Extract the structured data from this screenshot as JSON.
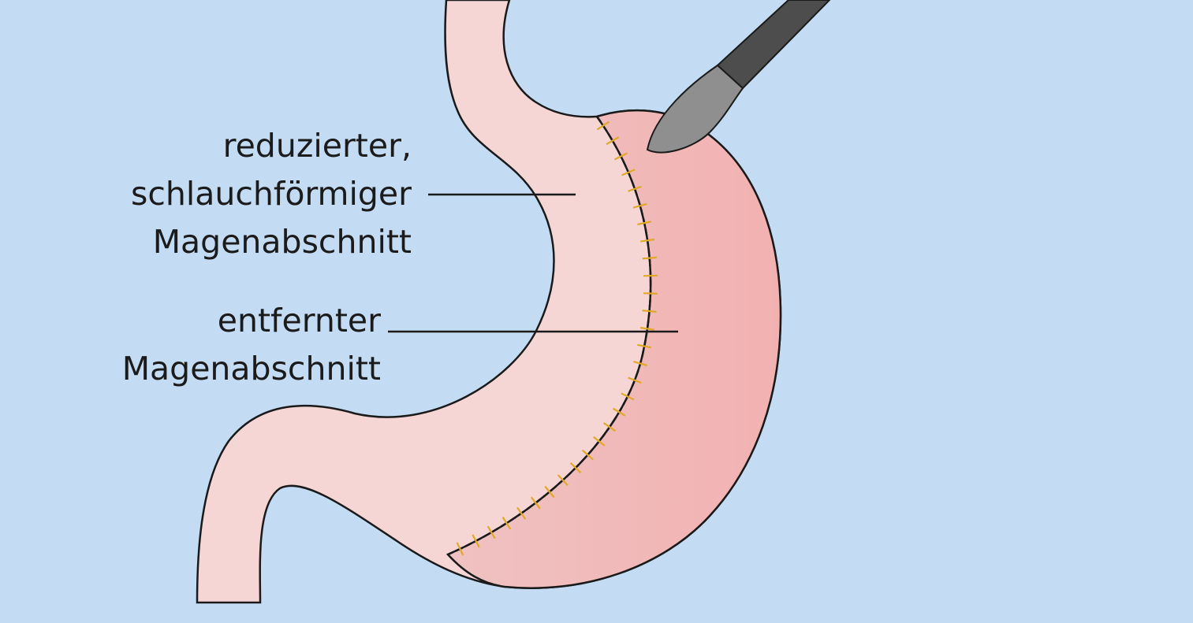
{
  "colors": {
    "background": "#c3dcf3",
    "stomach_remaining": "#f5d6d5",
    "stomach_removed": "#f2b4b4",
    "outline": "#1a1a1a",
    "staples": "#e0a825",
    "instrument_handle": "#4d4d4d",
    "instrument_blade": "#8f8f8f"
  },
  "labels": {
    "remaining": {
      "line1": "reduzierter,",
      "line2": "schlauchförmiger",
      "line3": "Magenabschnitt"
    },
    "removed": {
      "line1": "entfernter",
      "line2": "Magenabschnitt"
    }
  },
  "icons": {
    "instrument": "scalpel-icon"
  }
}
